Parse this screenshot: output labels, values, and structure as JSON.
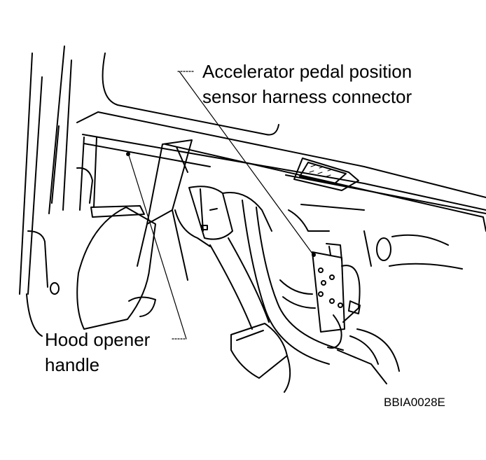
{
  "callouts": {
    "accelerator_sensor": {
      "line1": "Accelerator pedal position",
      "line2": "sensor harness connector"
    },
    "hood_opener": {
      "line1": "Hood opener",
      "line2": "handle"
    }
  },
  "figure_code": "BBIA0028E",
  "colors": {
    "ink": "#000000",
    "paper": "#ffffff",
    "leader": "#000000"
  }
}
